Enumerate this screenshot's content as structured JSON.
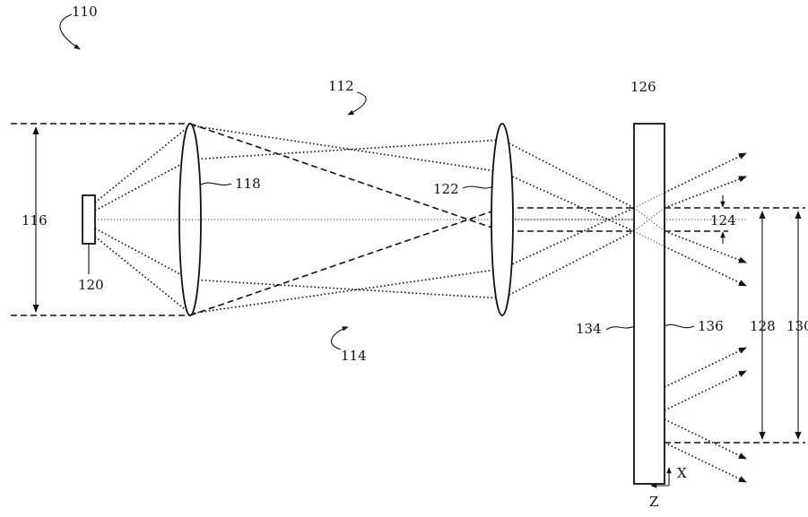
{
  "labels": {
    "system": "110",
    "upper_beam": "112",
    "lower_beam": "114",
    "input_width": "116",
    "first_lens": "118",
    "light_source": "120",
    "second_lens": "122",
    "gap": "124",
    "element": "126",
    "output_width_inner": "128",
    "output_width_outer": "130",
    "input_surface": "134",
    "output_surface": "136",
    "axis_x": "X",
    "axis_z": "Z"
  }
}
